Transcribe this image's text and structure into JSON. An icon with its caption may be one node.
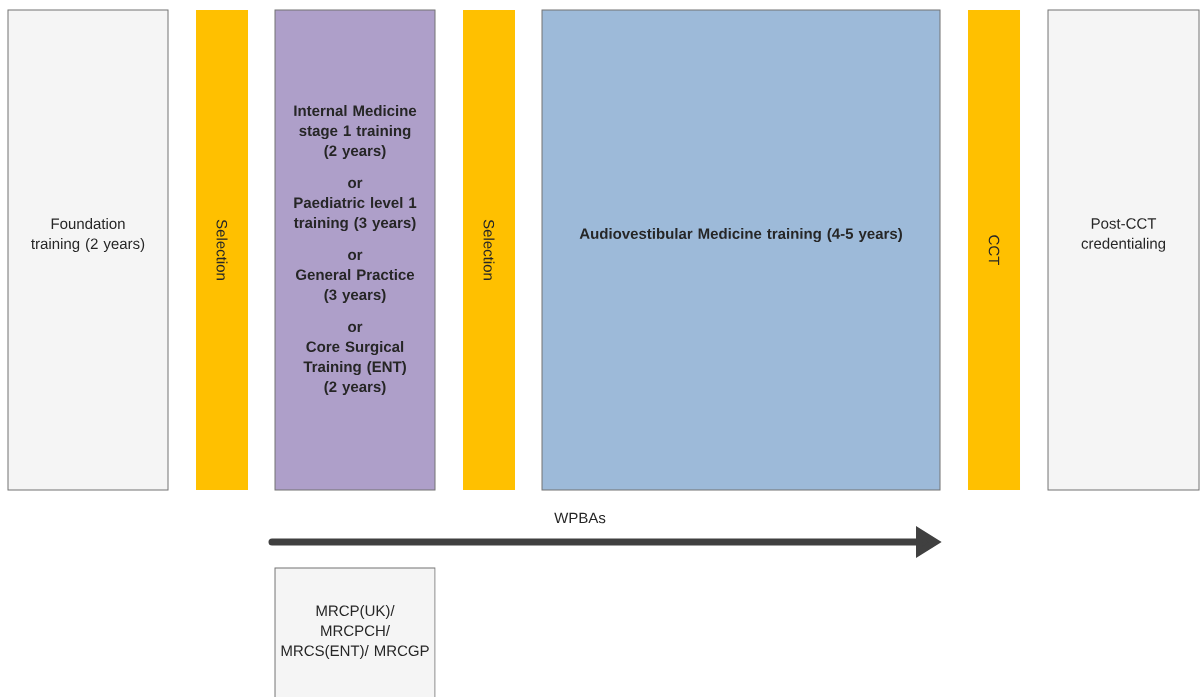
{
  "diagram": {
    "nodes": [
      {
        "text": [
          "Foundation training (2 years)"
        ]
      },
      {
        "text": [
          "Selection"
        ]
      },
      {
        "text": [
          "Internal Medicine stage 1 training (2 years)",
          "or",
          "Paediatric level 1 training (3 years)",
          "or",
          "General Practice (3 years)",
          "or",
          "Core Surgical Training (ENT) (2 years)"
        ]
      },
      {
        "text": [
          "Selection"
        ]
      },
      {
        "text": [
          "Audiovestibular Medicine training (4-5 years)"
        ]
      },
      {
        "text": [
          "CCT"
        ]
      },
      {
        "text": [
          "Post-CCT credentialing"
        ]
      },
      {
        "text": [
          "MRCP(UK)/ MRCPCH/ MRCS(ENT)/ MRCGP"
        ]
      }
    ],
    "labels": [
      "WPBAs"
    ]
  }
}
